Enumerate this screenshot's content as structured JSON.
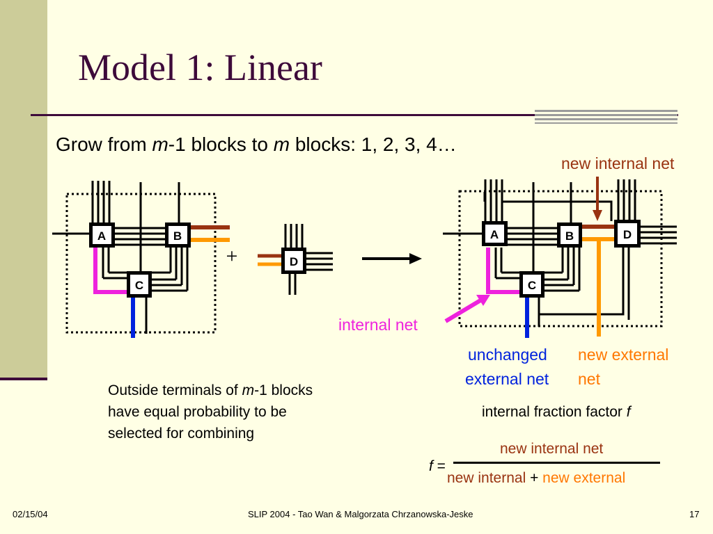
{
  "slide": {
    "title": "Model 1: Linear",
    "heading": {
      "part1": "Grow from ",
      "m1": "m",
      "part2": "-1 blocks to ",
      "m2": "m",
      "part3": " blocks: 1, 2, 3, 4…"
    }
  },
  "diagram": {
    "blocks": {
      "a": "A",
      "b": "B",
      "c": "C",
      "d": "D"
    },
    "plus": "+",
    "labels": {
      "new_internal_net": "new internal net",
      "internal_net": "internal net",
      "unchanged_external_net_line1": "unchanged",
      "unchanged_external_net_line2": "external net",
      "new_external_net_line1": "new external",
      "new_external_net_line2": "net"
    },
    "colors": {
      "magenta": "#ee22dd",
      "blue": "#0022dd",
      "orange": "#ff9900",
      "brown": "#993311",
      "title": "#3d0a3a"
    }
  },
  "note": {
    "part1": "Outside terminals of ",
    "m": "m",
    "part2": "-1 blocks have equal probability to be selected for combining"
  },
  "formula": {
    "title": "internal fraction factor ",
    "title_var": "f",
    "var": "f",
    "equals": " =",
    "numerator": "new internal net",
    "denominator_part1": "new internal",
    "plus": " + ",
    "denominator_part2": "new external"
  },
  "footer": {
    "date": "02/15/04",
    "center": "SLIP 2004  - Tao Wan & Malgorzata Chrzanowska-Jeske",
    "page": "17"
  }
}
